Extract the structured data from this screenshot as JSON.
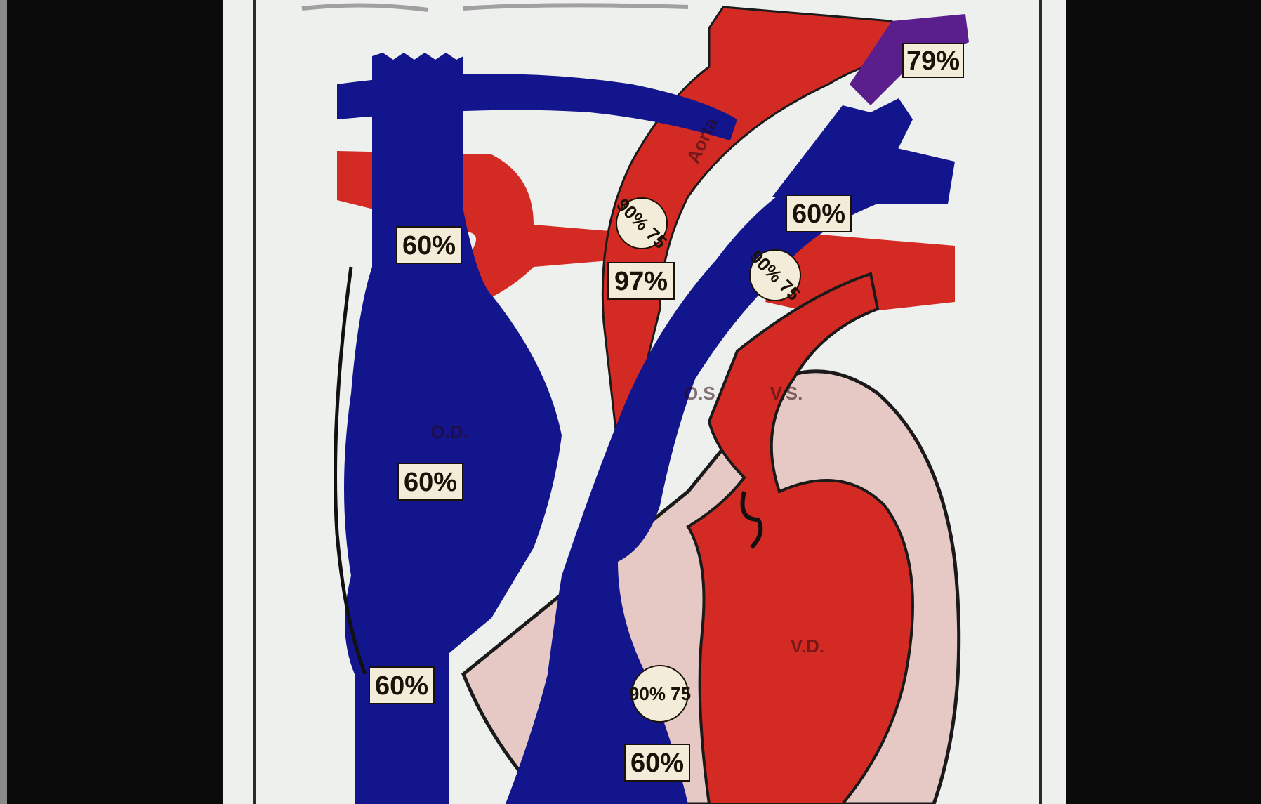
{
  "title": "",
  "colors": {
    "oxygenated": "#d42a24",
    "deoxygenated": "#12158c",
    "mixed": "#5a1f8c",
    "myocardium": "#e6c8c4",
    "label_bg": "#f3ecd8",
    "poster": "#eef0ee",
    "background": "#0b0b0b"
  },
  "labels": {
    "svc_60": "60%",
    "ra_60": "60%",
    "ivc_60": "60%",
    "rv_60": "60%",
    "pa_60": "60%",
    "aorta_97": "97%",
    "subclavian_79": "79%"
  },
  "circle_labels": {
    "arch": "90% 75",
    "pa_mix": "90% 75",
    "rv_mix": "90% 75"
  },
  "chambers": {
    "vd": "V.D.",
    "vs": "V.S.",
    "os": "O.S.",
    "od": "O.D.",
    "aorta": "Aorta"
  }
}
